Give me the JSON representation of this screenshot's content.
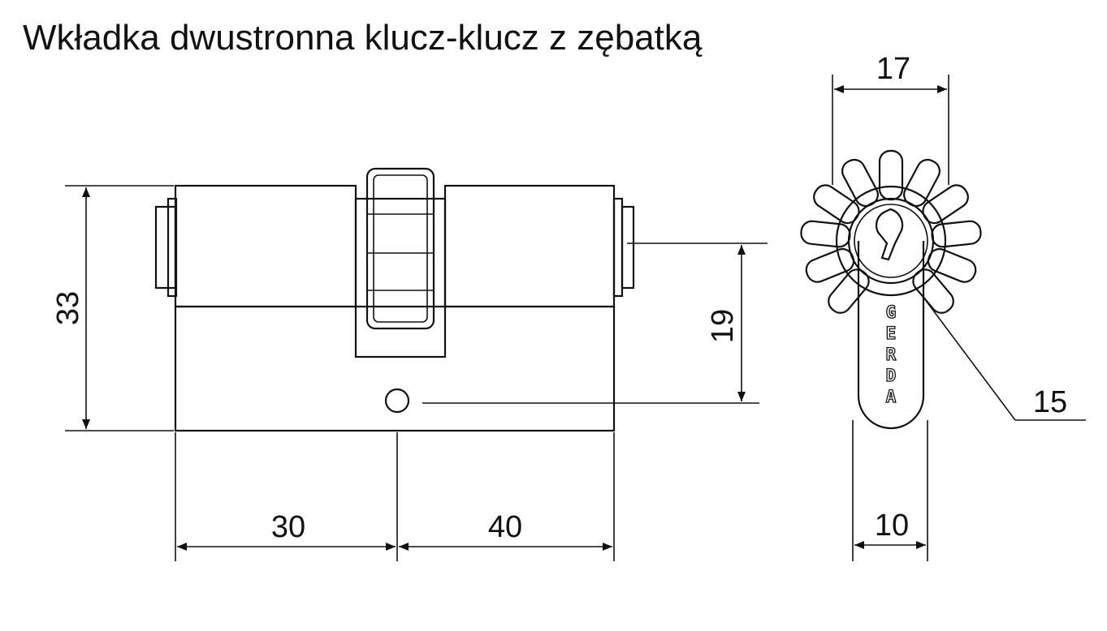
{
  "title": "Wkładka dwustronna klucz-klucz z zębatką",
  "dimensions": {
    "height_total": "33",
    "length_left": "30",
    "length_right": "40",
    "cam_offset": "19",
    "width_top": "17",
    "radius": "15",
    "width_bottom": "10"
  },
  "brand": [
    "G",
    "E",
    "R",
    "D",
    "A"
  ]
}
